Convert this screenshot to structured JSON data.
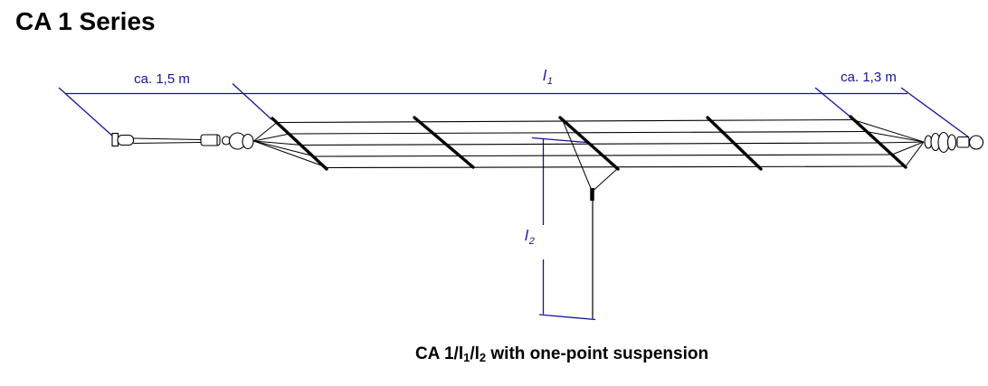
{
  "title": "CA 1 Series",
  "dimensions": {
    "left_span": "ca. 1,5 m",
    "main_span": {
      "base": "l",
      "sub": "1"
    },
    "right_span": "ca. 1,3 m",
    "drop_span": {
      "base": "l",
      "sub": "2"
    }
  },
  "caption": {
    "prefix": "CA 1/",
    "l1_base": "l",
    "l1_sub": "1",
    "slash": "/",
    "l2_base": "l",
    "l2_sub": "2",
    "suffix": " with one-point suspension"
  },
  "colors": {
    "dimension_blue": "#14149e",
    "drawing_ink": "#000000",
    "background": "#ffffff"
  }
}
